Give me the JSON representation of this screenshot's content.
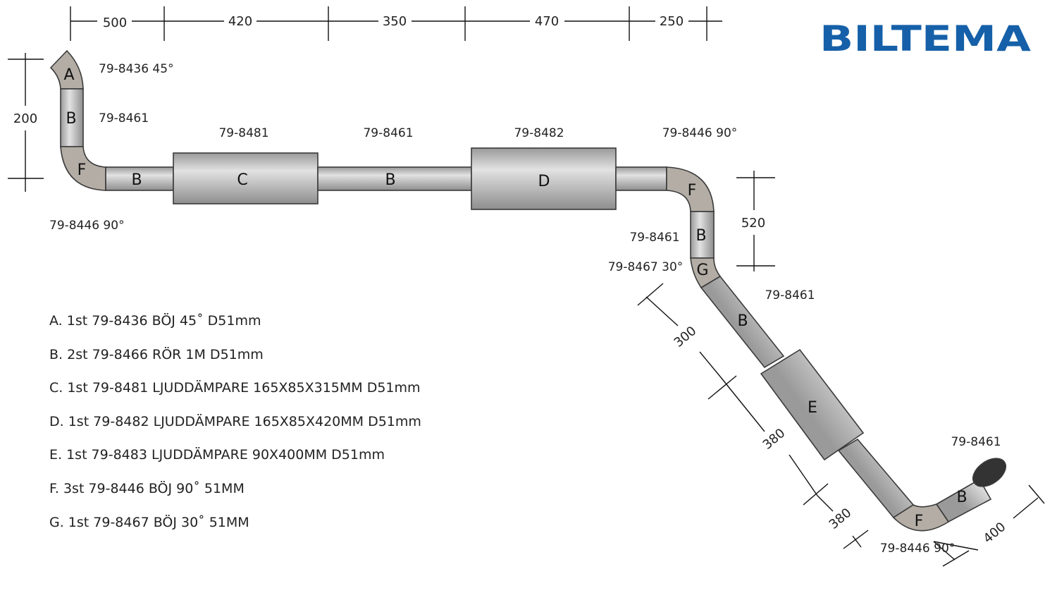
{
  "brand": {
    "name": "BILTEMA",
    "color": "#1560a8"
  },
  "dimensions": {
    "top": [
      "500",
      "420",
      "350",
      "470",
      "250"
    ],
    "left_vertical": "200",
    "right_vertical": "520",
    "diagonal_1": "300",
    "diagonal_2": "380",
    "diagonal_3": "380",
    "tail": "400"
  },
  "part_labels": {
    "a_bend": "79-8436 45°",
    "b_top_pipe": "79-8461",
    "f_left_bend": "79-8446 90°",
    "c_muffler": "79-8481",
    "b_middle_pipe": "79-8461",
    "d_muffler": "79-8482",
    "f_right_bend": "79-8446 90°",
    "b_right_pipe": "79-8461",
    "g_bend": "79-8467 30°",
    "b_diagonal_pipe": "79-8461",
    "b_tail_pipe": "79-8461",
    "f_bottom_bend": "79-8446 90°"
  },
  "letters": [
    "A",
    "B",
    "F",
    "B",
    "C",
    "B",
    "D",
    "F",
    "B",
    "G",
    "B",
    "E",
    "F",
    "B"
  ],
  "legend": [
    "A. 1st 79-8436 BÖJ 45˚ D51mm",
    "B. 2st 79-8466 RÖR 1M D51mm",
    "C. 1st 79-8481 LJUDDÄMPARE 165X85X315MM D51mm",
    "D. 1st 79-8482 LJUDDÄMPARE 165X85X420MM D51mm",
    "E. 1st 79-8483 LJUDDÄMPARE 90X400MM D51mm",
    "F. 3st 79-8446 BÖJ 90˚ 51MM",
    "G. 1st 79-8467 BÖJ 30˚ 51MM"
  ],
  "colors": {
    "pipe_fill": "#c4c4c4",
    "bend_fill": "#b3ada5",
    "muffler_fill": "#c0c0c0",
    "outline": "#3a3a3a",
    "tip_fill": "#333333"
  }
}
